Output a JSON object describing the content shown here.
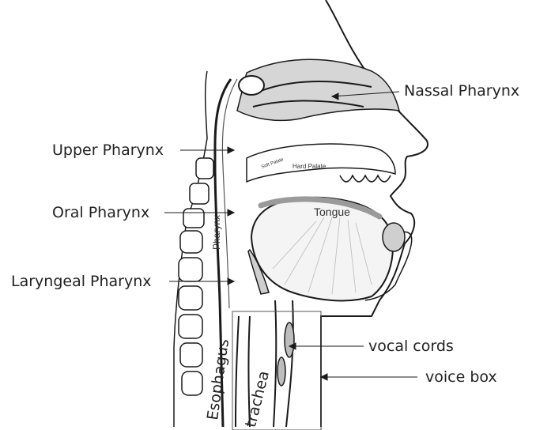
{
  "colors": {
    "line": "#1a1a1a",
    "shade": "#9a9a9a",
    "light_shade": "#c8c8c8",
    "text": "#222222"
  },
  "labels": {
    "nasal_pharynx": "Nassal Pharynx",
    "upper_pharynx": "Upper Pharynx",
    "oral_pharynx": "Oral Pharynx",
    "laryngeal_pharynx": "Laryngeal Pharynx",
    "vocal_cords": "vocal cords",
    "voice_box": "voice box",
    "pharynx": "Pharynx",
    "esophagus": "Esophagus",
    "trachea": "trachea",
    "tongue": "Tongue",
    "hard_palate": "Hard Palate",
    "soft_palate": "Soft Palate"
  }
}
